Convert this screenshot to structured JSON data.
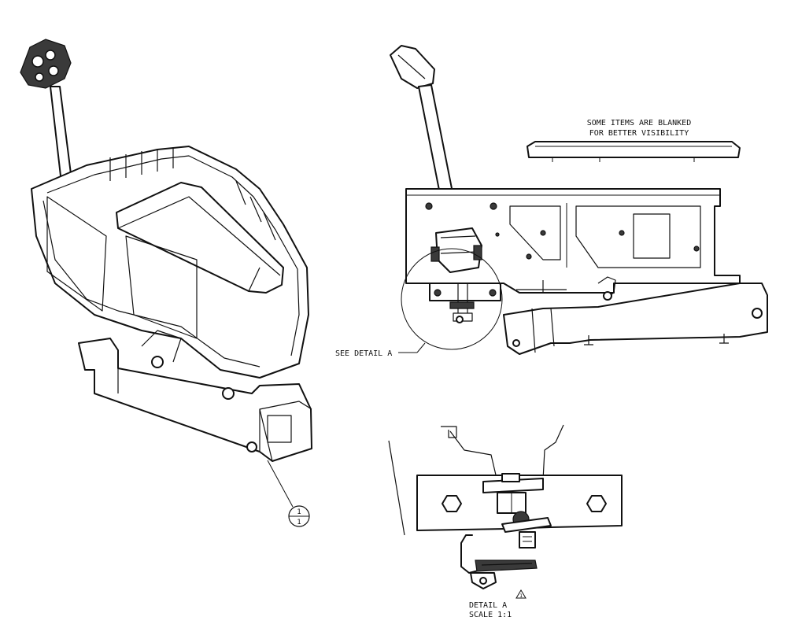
{
  "notes": {
    "blanked_line1": "SOME ITEMS ARE BLANKED",
    "blanked_line2": "FOR BETTER VISIBILITY",
    "see_detail": "SEE DETAIL  A"
  },
  "detail_caption": {
    "line1": "DETAIL  A",
    "line2": "SCALE  1:1",
    "revision_marker": "1"
  },
  "item_balloon": {
    "top": "1",
    "bottom": "1"
  }
}
